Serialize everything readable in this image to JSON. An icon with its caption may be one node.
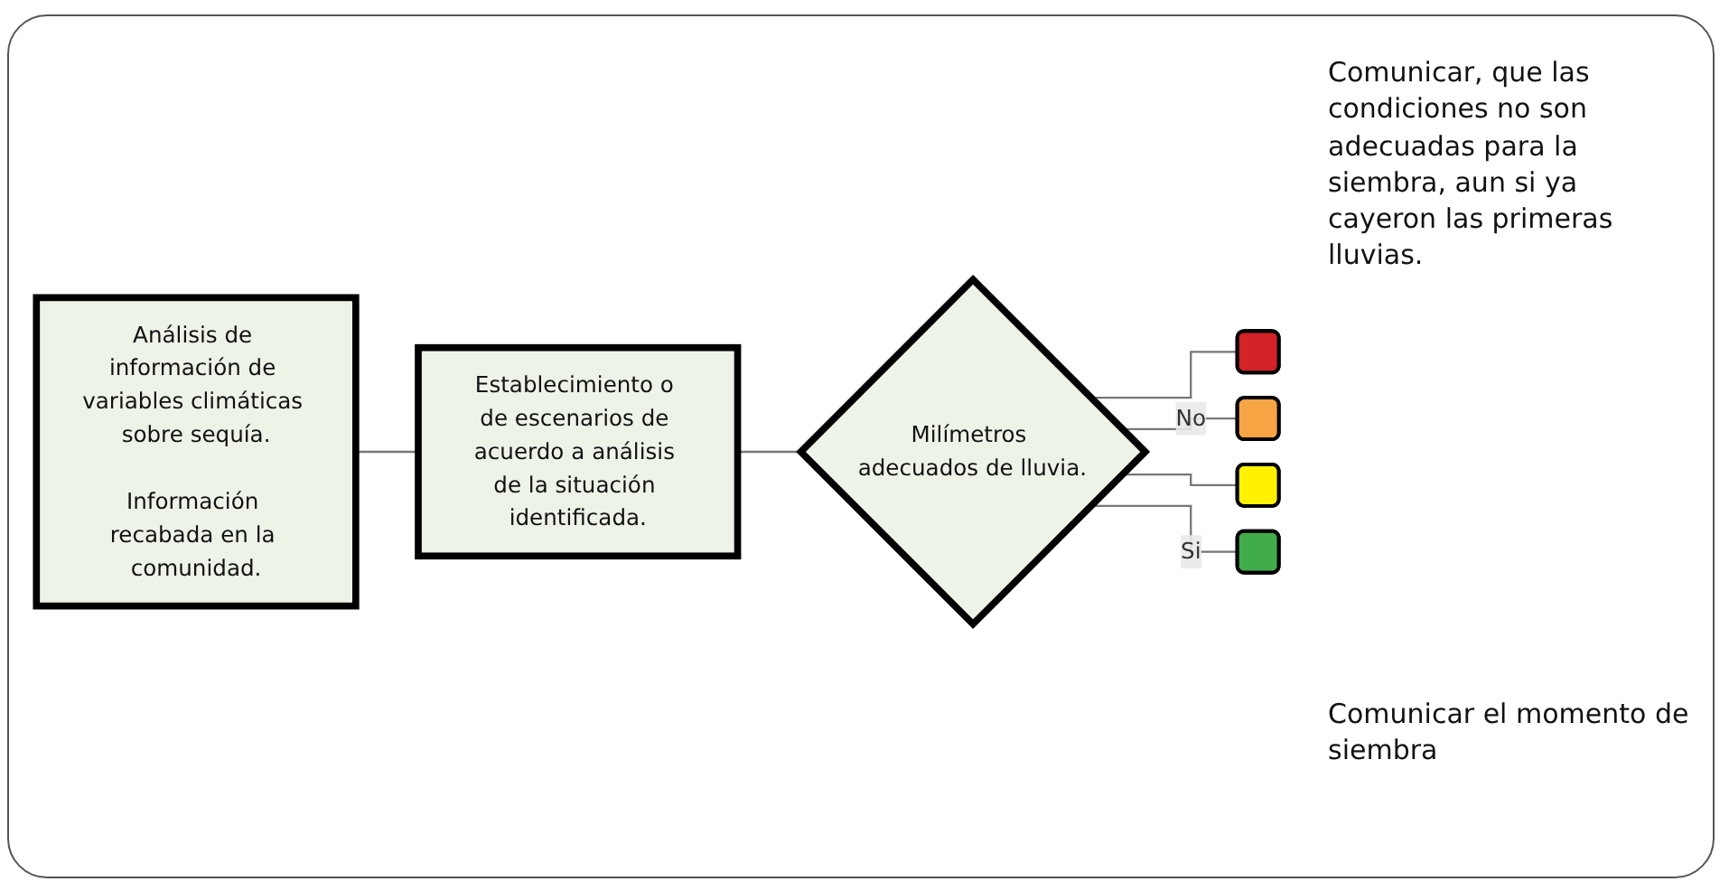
{
  "diagram": {
    "nodes": [
      {
        "text": [
          "Análisis de información de variables climáticas sobre sequía.",
          "Información recabada en la comunidad."
        ]
      },
      {
        "text": [
          "Establecimiento o de escenarios de acuerdo a análisis de la situación identificada."
        ]
      },
      {
        "text": [
          "Milímetros adecuados de lluvia."
        ]
      },
      {
        "text": [],
        "shape": "box"
      },
      {
        "text": [],
        "shape": "box"
      },
      {
        "text": [],
        "shape": "box"
      },
      {
        "text": [],
        "shape": "box"
      }
    ],
    "edges": [
      {
        "from": 0,
        "to": 1,
        "arrow": "none"
      },
      {
        "from": 1,
        "to": 2,
        "arrow": "none"
      },
      {
        "from": 2,
        "to": 3,
        "arrow": "none"
      },
      {
        "from": 2,
        "to": 4,
        "label": "No",
        "arrow": "none"
      },
      {
        "from": 2,
        "to": 5,
        "arrow": "none"
      },
      {
        "from": 2,
        "to": 6,
        "label": "Si",
        "arrow": "none"
      }
    ],
    "labels": [
      "Comunicar, que las condiciones no son adecuadas para la siembra, aun si ya cayeron las primeras lluvias.",
      "Comunicar el momento de siembra"
    ]
  }
}
